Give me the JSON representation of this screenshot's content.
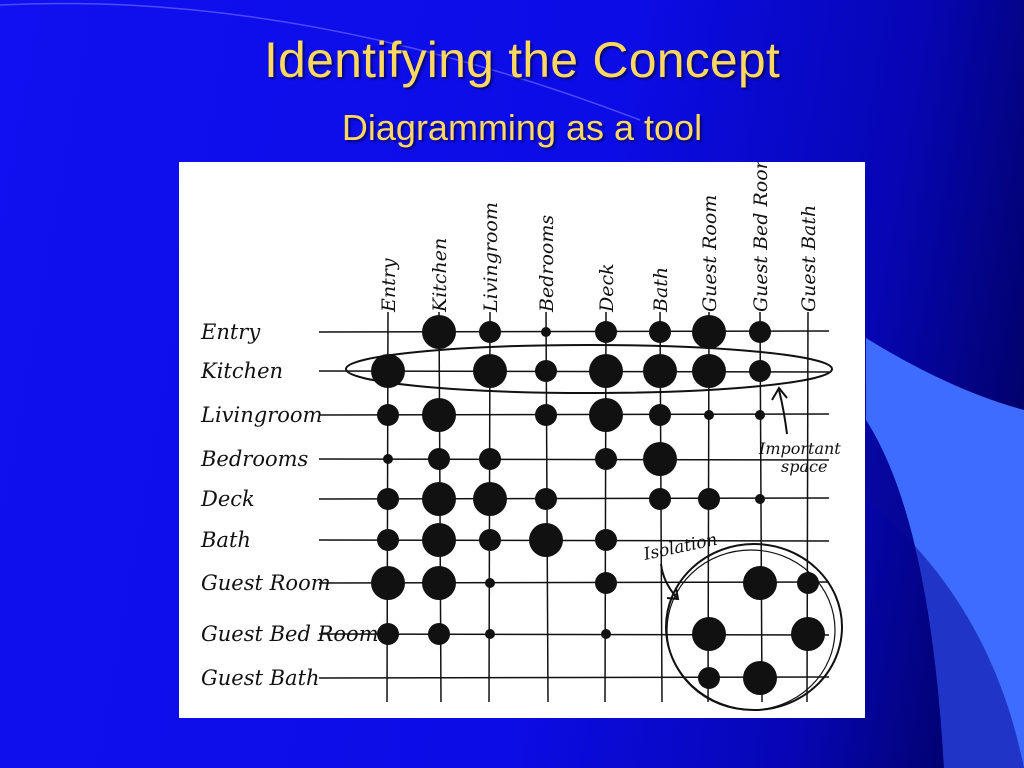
{
  "slide": {
    "title": "Identifying the Concept",
    "subtitle": "Diagramming as a tool",
    "colors": {
      "background": "#0c0ce6",
      "title": "#ffd860",
      "accent_band": "#3d6cff",
      "panel": "#ffffff",
      "ink": "#111111"
    }
  },
  "diagram": {
    "spaces": [
      "Entry",
      "Kitchen",
      "Livingroom",
      "Bedrooms",
      "Deck",
      "Bath",
      "Guest Room",
      "Guest Bed Room",
      "Guest Bath"
    ],
    "row_labels": [
      "Entry",
      "Kitchen",
      "Livingroom",
      "Bedrooms",
      "Deck",
      "Bath",
      "Guest Room",
      "Guest Bed Room",
      "Guest Bath"
    ],
    "column_labels": [
      "Entry",
      "Kitchen",
      "Livingroom",
      "Bedrooms",
      "Deck",
      "Bath",
      "Guest Room",
      "Guest Bed Rooms",
      "Guest Bath"
    ],
    "annotations": {
      "important_space": "Important space",
      "isolation": "Isolation"
    },
    "dot_size_legend_note": "",
    "matrix": [
      [
        0,
        3,
        2,
        1,
        2,
        2,
        3,
        2,
        0
      ],
      [
        3,
        0,
        3,
        2,
        3,
        3,
        3,
        2,
        0
      ],
      [
        2,
        3,
        0,
        2,
        3,
        2,
        1,
        1,
        0
      ],
      [
        1,
        2,
        2,
        0,
        2,
        3,
        0,
        0,
        0
      ],
      [
        2,
        3,
        3,
        2,
        0,
        2,
        2,
        1,
        0
      ],
      [
        2,
        3,
        2,
        3,
        2,
        0,
        0,
        0,
        0
      ],
      [
        3,
        3,
        1,
        0,
        2,
        0,
        0,
        3,
        2
      ],
      [
        2,
        2,
        1,
        0,
        1,
        0,
        3,
        0,
        3
      ],
      [
        0,
        0,
        0,
        0,
        0,
        0,
        2,
        3,
        0
      ]
    ]
  }
}
